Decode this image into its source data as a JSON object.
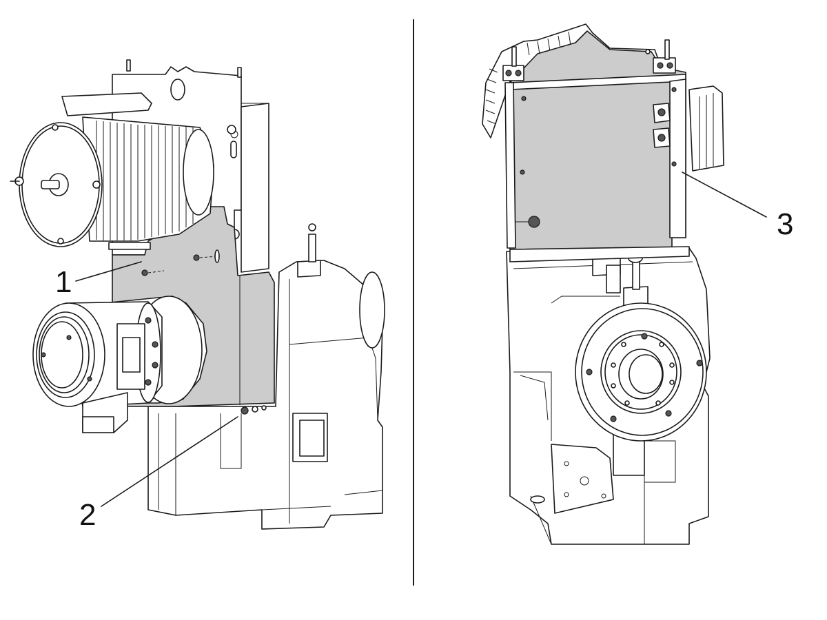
{
  "callouts": {
    "one": "1",
    "two": "2",
    "three": "3"
  },
  "colors": {
    "line": "#1a1a1a",
    "highlight_panel": "#cccccc",
    "background": "#ffffff"
  }
}
